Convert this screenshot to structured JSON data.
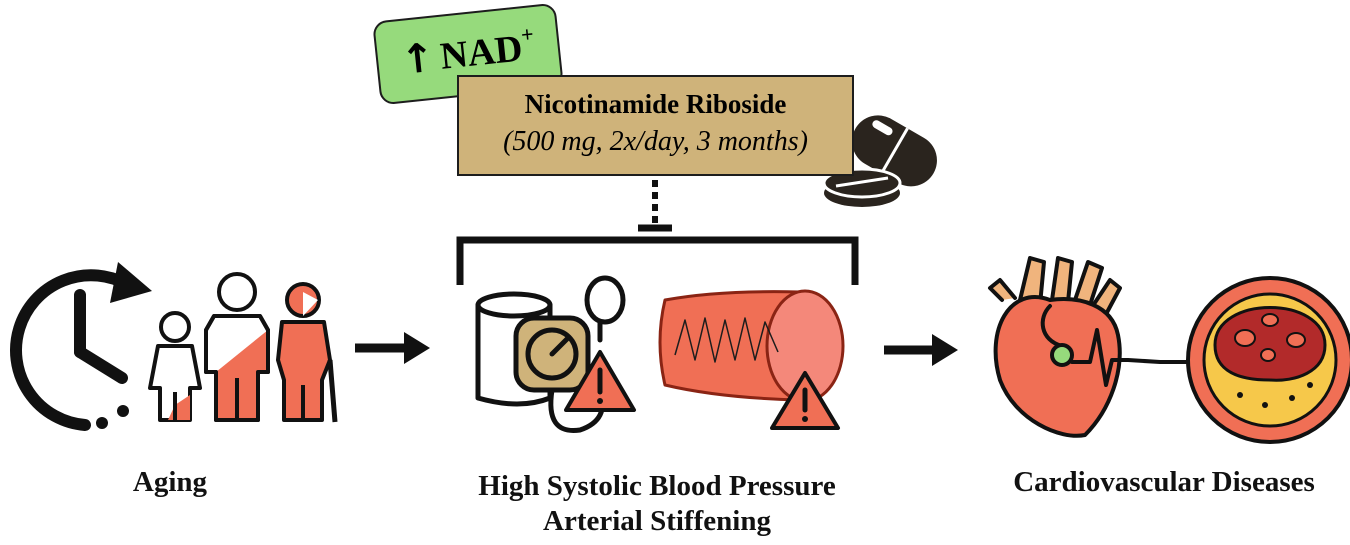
{
  "supplement": {
    "badge_arrow": "↑",
    "badge_text": "NAD",
    "badge_sup": "+",
    "name": "Nicotinamide Riboside",
    "dose": "(500 mg, 2x/day, 3 months)"
  },
  "stages": {
    "aging": "Aging",
    "pressure_line1": "High Systolic Blood Pressure",
    "pressure_line2": "Arterial Stiffening",
    "disease": "Cardiovascular Diseases"
  },
  "colors": {
    "salmon": "#f06f55",
    "salmon_dark": "#b8311b",
    "tan": "#cfb37a",
    "green": "#96da7c",
    "ink": "#1d1d1d",
    "heart_pipe": "#f0b47d",
    "plaque_yellow": "#f6c84a",
    "clot_red": "#b22a2a"
  },
  "icons": [
    "clock-icon",
    "people-aging-icon",
    "blood-pressure-cuff-icon",
    "artery-icon",
    "warning-icon",
    "pills-icon",
    "heart-icon",
    "artery-cross-section-icon"
  ]
}
